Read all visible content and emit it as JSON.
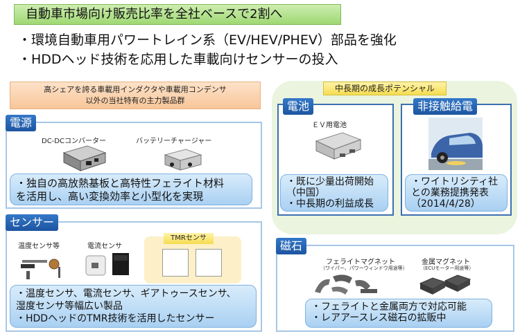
{
  "title": "自動車市場向け販売比率を全社ベースで2割へ",
  "bullets": [
    "・環境自動車用パワートレイン系（EV/HEV/PHEV）部品を強化",
    "・HDDヘッド技術を応用した車載向けセンサーの投入"
  ],
  "strength_box": {
    "line1": "高シェアを誇る車載用インダクタや車載用コンデンサ",
    "line2": "以外の当社特有の主力製品群"
  },
  "power": {
    "tag": "電源",
    "product1": "DC-DCコンバーター",
    "product2": "バッテリーチャージャー",
    "desc_lines": [
      "・独自の高放熱基板と高特性フェライト材料",
      "を活用し、高い変換効率と小型化を実現"
    ]
  },
  "sensor": {
    "tag": "センサー",
    "product1": "温度センサ等",
    "product2": "電流センサ",
    "tmr_label": "TMRセンサ",
    "desc_lines": [
      "・温度センサ、電流センサ、ギアトゥースセンサ、",
      "湿度センサ等幅広い製品",
      "・HDDヘッドのTMR技術を活用したセンサー"
    ]
  },
  "growth": {
    "label": "中長期の成長ポテンシャル",
    "battery": {
      "tag": "電池",
      "product": "ＥＶ用電池",
      "desc_lines": [
        "・既に少量出荷開始",
        "（中国）",
        "・中長期の利益成長"
      ]
    },
    "wireless": {
      "tag": "非接触給電",
      "desc_lines": [
        "・ワイトリシティ社",
        "との業務提携発表",
        "（2014/4/28）"
      ]
    }
  },
  "magnet": {
    "tag": "磁石",
    "product1": "フェライトマグネット",
    "product1_sub": "（ワイパー、パワーウィンドウ用途等）",
    "product2": "金属マグネット",
    "product2_sub": "（ECUモーター用途等）",
    "desc_lines": [
      "・フェライトと金属両方で対応可能",
      "・レアアースレス磁石の拡販中"
    ]
  }
}
